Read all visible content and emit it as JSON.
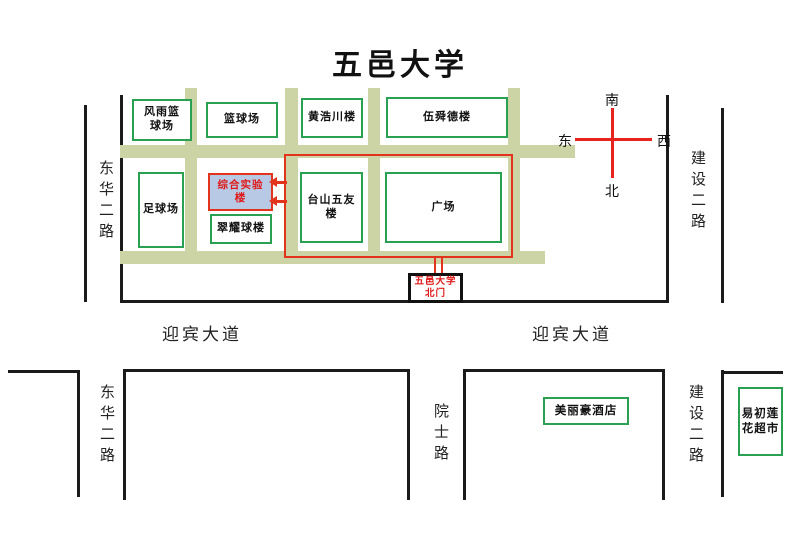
{
  "title": "五邑大学",
  "compass": {
    "south": "南",
    "north": "北",
    "east": "东",
    "west": "西"
  },
  "roads": {
    "donghua": "东华二路",
    "jianshe": "建设二路",
    "yingbin_left": "迎宾大道",
    "yingbin_right": "迎宾大道",
    "yuanshi": "院士路"
  },
  "campus": {
    "buildings": [
      {
        "id": "fengyu-basketball-court",
        "label": "风雨篮\n球场"
      },
      {
        "id": "basketball-court",
        "label": "篮球场"
      },
      {
        "id": "huang-haochuan-building",
        "label": "黄浩川楼"
      },
      {
        "id": "wu-shunde-building",
        "label": "伍舜德楼"
      },
      {
        "id": "football-field",
        "label": "足球场"
      },
      {
        "id": "comprehensive-lab-building",
        "label": "综合实验\n楼",
        "highlighted": true
      },
      {
        "id": "cuiyao-ball-building",
        "label": "翠耀球楼"
      },
      {
        "id": "taishan-wuyou-building",
        "label": "台山五友\n楼"
      },
      {
        "id": "plaza",
        "label": "广场"
      }
    ],
    "gate": {
      "label": "五邑大学\n北门"
    }
  },
  "landmarks": {
    "hotel": "美丽豪酒店",
    "supermarket": "易初莲\n花超市"
  },
  "colors": {
    "building_outline_green": "#2aa152",
    "campus_road_olive": "#ccd4a6",
    "route_red": "#e2341d",
    "lab_building_fill_blue": "#b7c9e4",
    "road_line_black": "#1b1b1b",
    "compass_red": "#e8231d",
    "gate_text_red": "#e01818"
  }
}
